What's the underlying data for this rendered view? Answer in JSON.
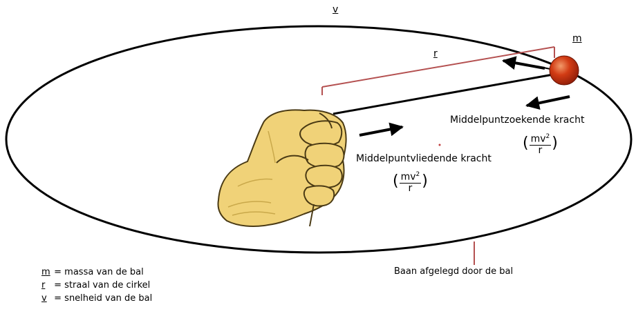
{
  "labels": {
    "velocity_symbol": "v",
    "radius_symbol": "r",
    "mass_symbol": "m",
    "centripetal_force": "Middelpuntzoekende kracht",
    "centrifugal_force": "Middelpuntvliedende kracht",
    "path_label": "Baan afgelegd door de bal"
  },
  "formula": {
    "open": "(",
    "numerator": "mv",
    "exponent": "2",
    "denominator": "r",
    "close": ")"
  },
  "legend": [
    {
      "symbol": "m",
      "text": "= massa van de bal"
    },
    {
      "symbol": "r",
      "text": "= straal van de cirkel"
    },
    {
      "symbol": "v",
      "text": "= snelheid van de bal"
    }
  ],
  "colors": {
    "ball": "#d23c14",
    "bracket": "#b45050",
    "hand_fill": "#f0d278",
    "hand_outline": "#4a3a14",
    "orbit": "#000000"
  }
}
